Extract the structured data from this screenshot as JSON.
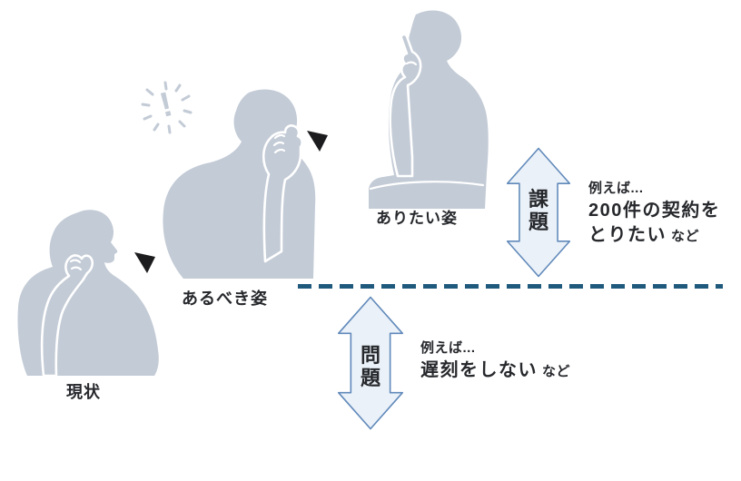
{
  "stages": [
    {
      "label": "現状"
    },
    {
      "label": "あるべき姿"
    },
    {
      "label": "ありたい姿"
    }
  ],
  "challenge": {
    "label": "課題",
    "example_intro": "例えば...",
    "example_main": "200件の契約を",
    "example_main2": "とりたい",
    "example_suffix": "など"
  },
  "problem": {
    "label": "問題",
    "example_intro": "例えば...",
    "example_main": "遅刻をしない",
    "example_suffix": "など"
  },
  "icons": {
    "sparkle": "!"
  },
  "colors": {
    "silhouette": "#c3cbd6",
    "accent_dark": "#26282c",
    "dashed_line": "#1f5a7d",
    "arrow_fill": "#eaf1f8",
    "arrow_stroke": "#6089ba",
    "triangle": "#1c1c1e"
  }
}
